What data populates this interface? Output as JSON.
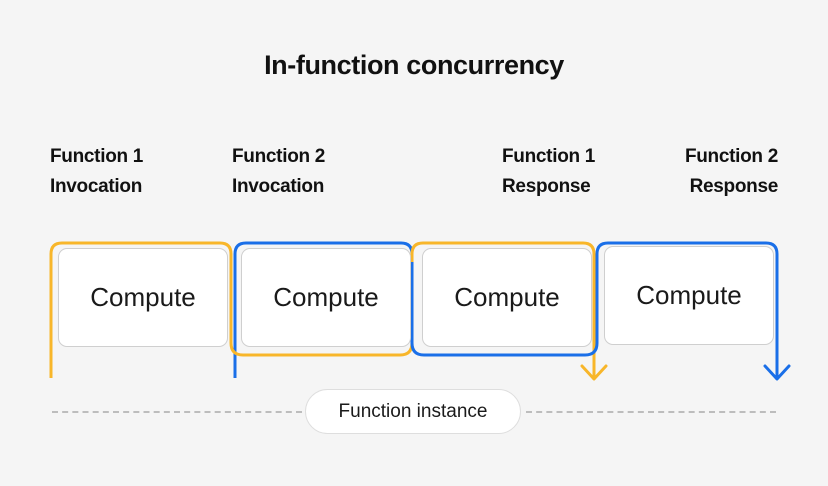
{
  "title": "In-function concurrency",
  "labels": {
    "f1_invocation": {
      "line1": "Function 1",
      "line2": "Invocation"
    },
    "f2_invocation": {
      "line1": "Function 2",
      "line2": "Invocation"
    },
    "f1_response": {
      "line1": "Function 1",
      "line2": "Response"
    },
    "f2_response": {
      "line1": "Function 2",
      "line2": "Response"
    }
  },
  "compute_boxes": [
    "Compute",
    "Compute",
    "Compute",
    "Compute"
  ],
  "function_instance": "Function instance",
  "colors": {
    "function1": "#f8b62a",
    "function2": "#1a6fe8",
    "dashed": "#bdbdbd",
    "background": "#f5f5f5"
  }
}
